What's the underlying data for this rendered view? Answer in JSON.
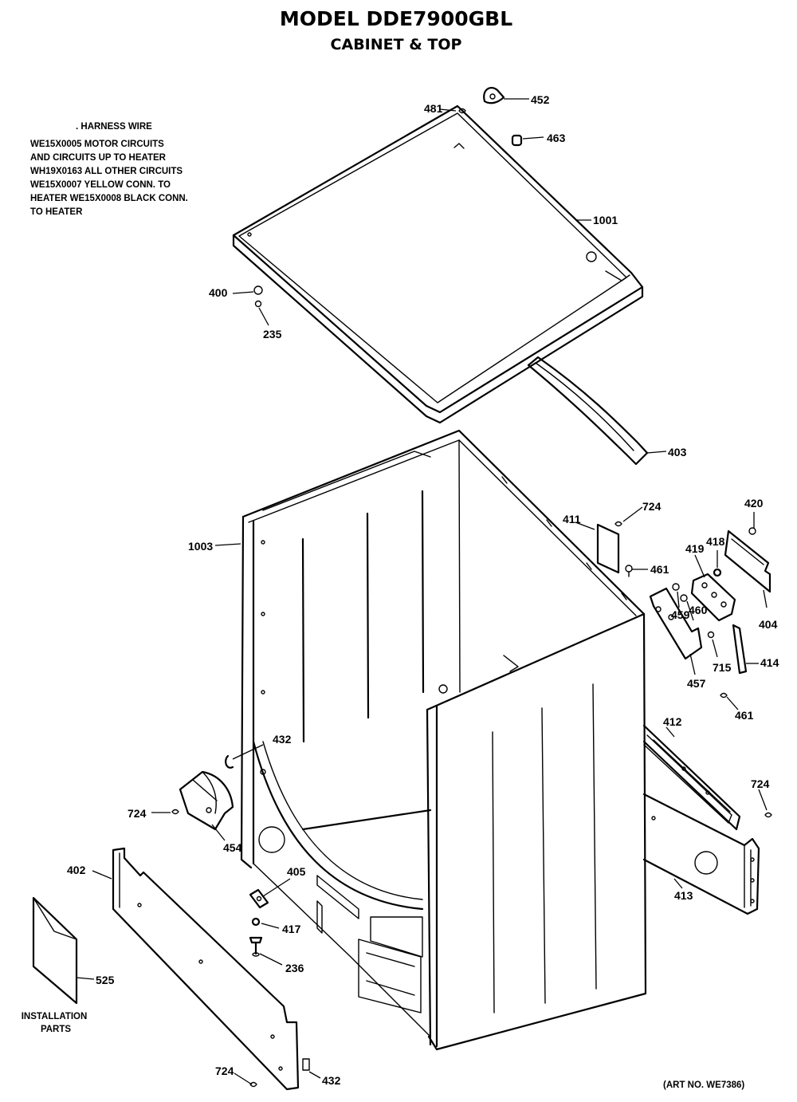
{
  "title": {
    "model": "MODEL DDE7900GBL",
    "section": "CABINET & TOP"
  },
  "harness_note": [
    ". HARNESS WIRE",
    "WE15X0005 MOTOR CIRCUITS",
    "AND CIRCUITS UP TO HEATER",
    "WH19X0163 ALL OTHER CIRCUITS",
    "WE15X0007 YELLOW CONN. TO",
    "HEATER WE15X0008 BLACK CONN.",
    "TO HEATER"
  ],
  "installation_parts": [
    "INSTALLATION",
    "PARTS"
  ],
  "art_no": "(ART NO. WE7386)",
  "callouts": {
    "c452": "452",
    "c481": "481",
    "c463": "463",
    "c1001": "1001",
    "c400": "400",
    "c235": "235",
    "c403": "403",
    "c1003": "1003",
    "c411": "411",
    "c724a": "724",
    "c461a": "461",
    "c420": "420",
    "c419": "419",
    "c418": "418",
    "c404": "404",
    "c459": "459",
    "c460": "460",
    "c715": "715",
    "c457": "457",
    "c414": "414",
    "c461b": "461",
    "c412": "412",
    "c724b": "724",
    "c413": "413",
    "c432a": "432",
    "c724c": "724",
    "c454": "454",
    "c402": "402",
    "c405": "405",
    "c417": "417",
    "c236": "236",
    "c525": "525",
    "c724d": "724",
    "c432b": "432"
  }
}
